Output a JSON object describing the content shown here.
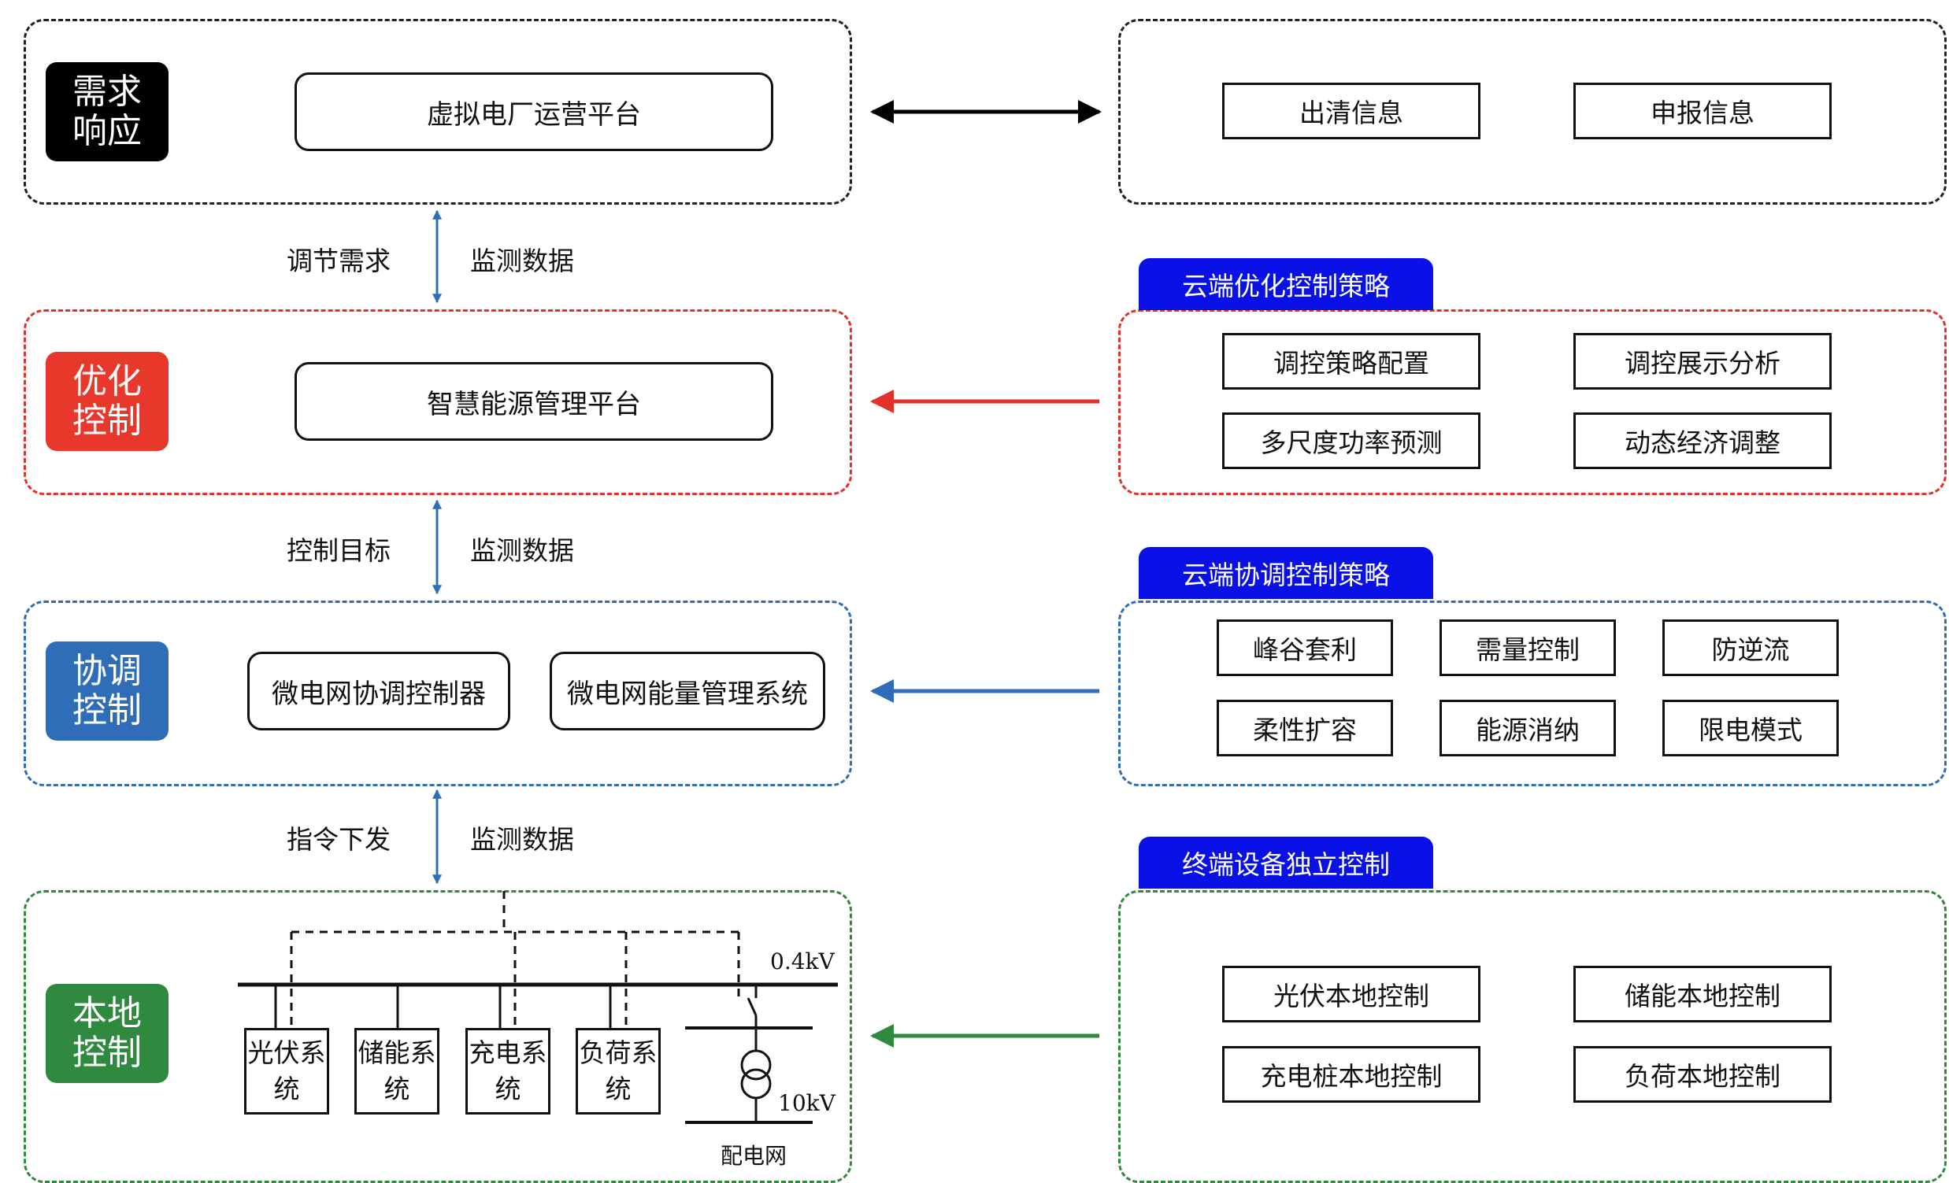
{
  "levels": {
    "demand": {
      "label": "需求响应",
      "color": "#000000",
      "platform": "虚拟电厂运营平台"
    },
    "optimize": {
      "label": "优化控制",
      "color": "#e8382b",
      "platform": "智慧能源管理平台"
    },
    "coordinate": {
      "label": "协调控制",
      "color": "#2f6db8",
      "controller": "微电网协调控制器",
      "ems": "微电网能量管理系统"
    },
    "local": {
      "label": "本地控制",
      "color": "#2f8a3f"
    }
  },
  "links": {
    "link1": {
      "left": "调节需求",
      "right": "监测数据"
    },
    "link2": {
      "left": "控制目标",
      "right": "监测数据"
    },
    "link3": {
      "left": "指令下发",
      "right": "监测数据"
    }
  },
  "equipment": [
    "光伏系统",
    "储能系统",
    "充电系统",
    "负荷系统"
  ],
  "grid": {
    "low_voltage": "0.4kV",
    "high_voltage": "10kV",
    "name": "配电网"
  },
  "right": {
    "market": [
      "出清信息",
      "申报信息"
    ],
    "optimize": {
      "title": "云端优化控制策略",
      "items": [
        "调控策略配置",
        "调控展示分析",
        "多尺度功率预测",
        "动态经济调整"
      ]
    },
    "coordinate": {
      "title": "云端协调控制策略",
      "items": [
        "峰谷套利",
        "需量控制",
        "防逆流",
        "柔性扩容",
        "能源消纳",
        "限电模式"
      ]
    },
    "local": {
      "title": "终端设备独立控制",
      "items": [
        "光伏本地控制",
        "储能本地控制",
        "充电桩本地控制",
        "负荷本地控制"
      ]
    }
  },
  "colors": {
    "red": "#e0312b",
    "blue": "#2f6db8",
    "green": "#2f8a3f",
    "tab": "#0a11e6"
  }
}
